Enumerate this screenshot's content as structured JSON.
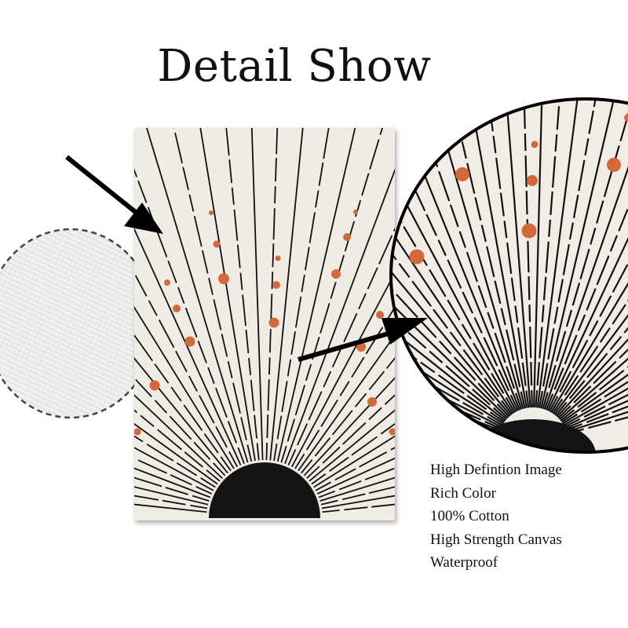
{
  "heading": "Detail Show",
  "features": [
    "High Defintion Image",
    "Rich Color",
    "100% Cotton",
    "High Strength Canvas",
    "Waterproof"
  ],
  "colors": {
    "background": "#ffffff",
    "canvas": "#f0ebe3",
    "lines": "#111111",
    "sun": "#141414",
    "dots": "#d2683c",
    "fabric": "#ececec",
    "zoom_border": "#000000"
  },
  "icons": [
    "left-arrow-icon",
    "right-arrow-icon"
  ]
}
